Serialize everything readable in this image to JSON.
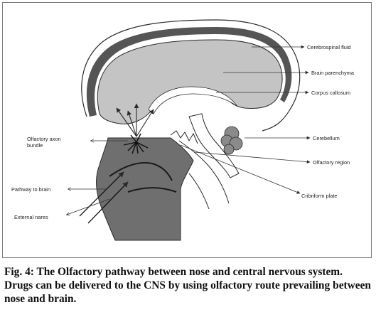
{
  "diagram": {
    "labels": {
      "cerebrospinal_fluid": "Cerebrospinal fluid",
      "brain_parenchyma": "Brain parenchyma",
      "corpus_callosum": "Corpus callosum",
      "olfactory_axon_line1": "Olfactory axon",
      "olfactory_axon_line2": "bundle",
      "cerebellum": "Cerebellum",
      "olfactory_region": "Olfactory region",
      "pathway_to_brain": "Pathway to brain",
      "cribriform_plate": "Cribriform plate",
      "external_nares": "External nares"
    },
    "colors": {
      "nasal_cavity": "#6f6f6f",
      "brain_fill": "#c4c4c4",
      "csf_band": "#555555",
      "stroke": "#2a2a2a"
    }
  },
  "caption": {
    "figure_title": "Fig. 4: The Olfactory pathway between nose and central nervous system.",
    "description": "Drugs can be delivered to the CNS by using olfactory route prevailing between nose and brain."
  }
}
